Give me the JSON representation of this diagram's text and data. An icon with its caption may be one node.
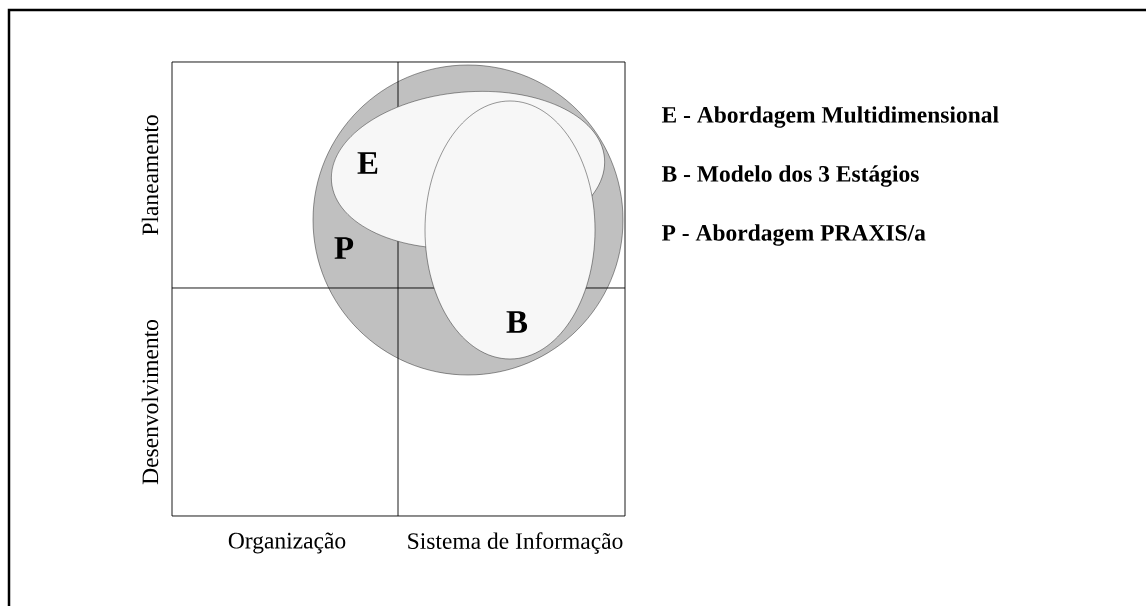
{
  "diagram": {
    "nodes": [
      {
        "text": [
          "P"
        ]
      },
      {
        "text": [
          "E"
        ],
        "in": 0
      },
      {
        "text": [
          "B"
        ],
        "in": 0
      }
    ],
    "edges": [],
    "labels": [
      "E - Abordagem Multidimensional",
      "B - Modelo dos 3 Estágios",
      "P - Abordagem PRAXIS/a",
      "Planeamento",
      "Desenvolvimento",
      "Organização",
      "Sistema de Informação"
    ]
  }
}
